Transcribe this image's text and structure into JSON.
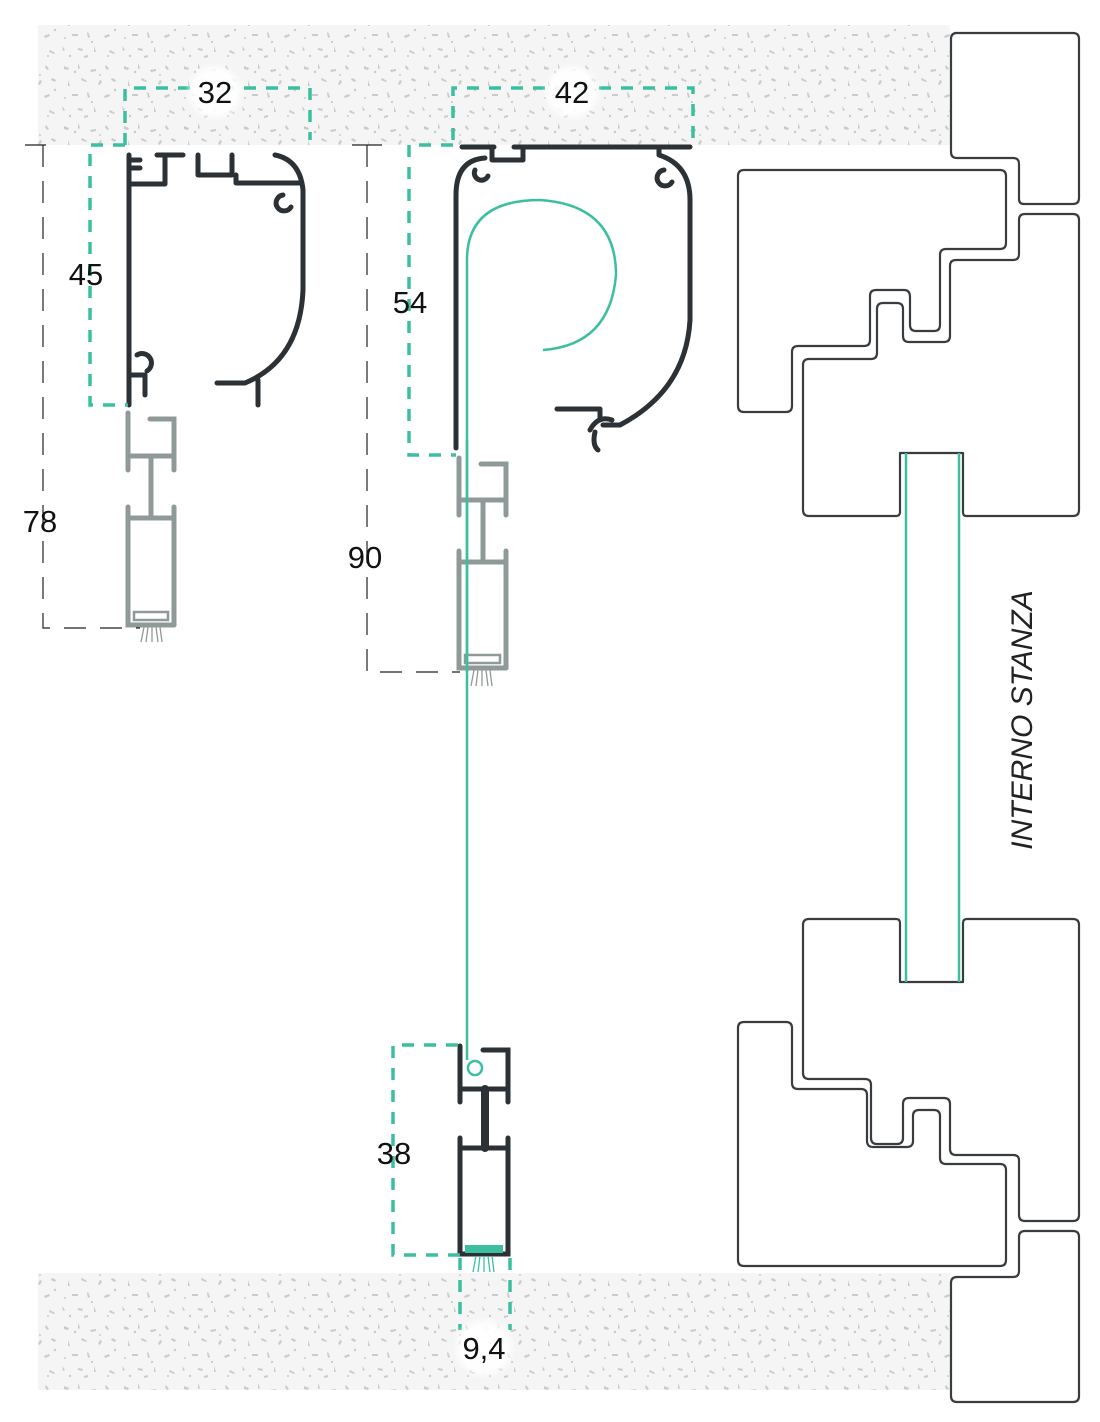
{
  "diagram": {
    "title": "Roller insect screen section with window frame",
    "colors": {
      "accent": "#3cbfa0",
      "profile_dark": "#2b3135",
      "profile_grey": "#8f9a98",
      "frame_outline": "#3a3d40",
      "wall_texture": "#c8cecd",
      "wall_bg": "#f4f5f4"
    },
    "dimensions": {
      "top_left_width": "32",
      "top_right_width": "42",
      "left_box_height": "45",
      "left_total_height": "78",
      "right_box_height": "54",
      "right_total_height": "90",
      "bottom_bar_height": "38",
      "bottom_bar_width": "9,4"
    },
    "labels": {
      "room_side": "INTERNO STANZA"
    },
    "components": [
      {
        "name": "small cassette 32x45",
        "color": "profile_dark"
      },
      {
        "name": "small bottom bar",
        "color": "profile_grey"
      },
      {
        "name": "large cassette 42x54",
        "color": "profile_dark"
      },
      {
        "name": "mesh roll",
        "color": "accent"
      },
      {
        "name": "large bottom bar (retracted)",
        "color": "profile_grey"
      },
      {
        "name": "bottom bar (extended) 38x9,4",
        "color": "profile_dark"
      },
      {
        "name": "window frame section",
        "color": "frame_outline"
      },
      {
        "name": "glass pane",
        "color": "accent"
      }
    ]
  }
}
